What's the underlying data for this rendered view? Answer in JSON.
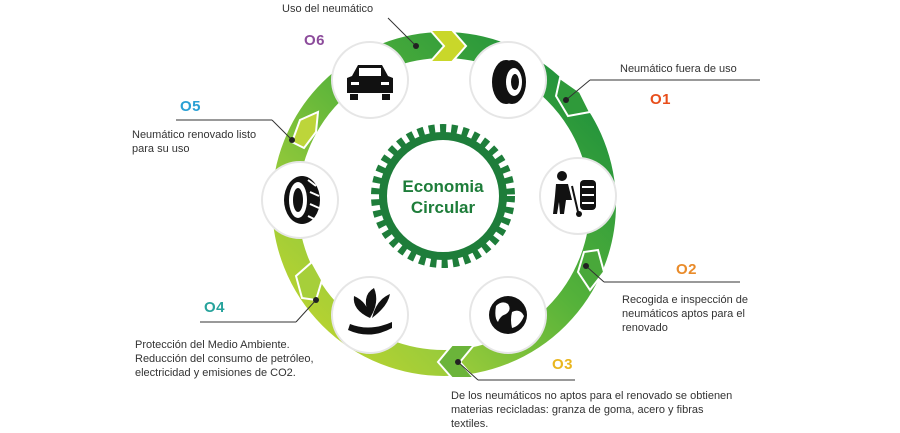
{
  "center": {
    "line1": "Economia",
    "line2": "Circular"
  },
  "steps": [
    {
      "num": "O1",
      "text": "Neumático fuera de uso",
      "color": "#e84e1b",
      "icon": "tire-side-icon"
    },
    {
      "num": "O2",
      "text": "Recogida e inspección de neumáticos aptos para el renovado",
      "color": "#e98b2a",
      "icon": "worker-hand-truck-icon"
    },
    {
      "num": "O3",
      "text": "De los neumáticos no aptos para el renovado se obtienen materias recicladas: granza de goma, acero y fibras textiles.",
      "color": "#e9b61f",
      "icon": "globe-icon"
    },
    {
      "num": "O4",
      "text": "Protección del Medio Ambiente. Reducción del consumo de petróleo, electricidad y emisiones de CO2.",
      "color": "#27a39c",
      "icon": "hand-leaves-icon"
    },
    {
      "num": "O5",
      "text": "Neumático renovado listo para su uso",
      "color": "#2aa0d4",
      "icon": "tire-tread-icon"
    },
    {
      "num": "O6",
      "text": "Uso del neumático",
      "color": "#8c4b9b",
      "icon": "car-icon"
    }
  ],
  "colors": {
    "ring_dark": "#1f8a3e",
    "ring_mid": "#8dc63f",
    "ring_light": "#c9d72a",
    "gear": "#1e7d3a"
  }
}
